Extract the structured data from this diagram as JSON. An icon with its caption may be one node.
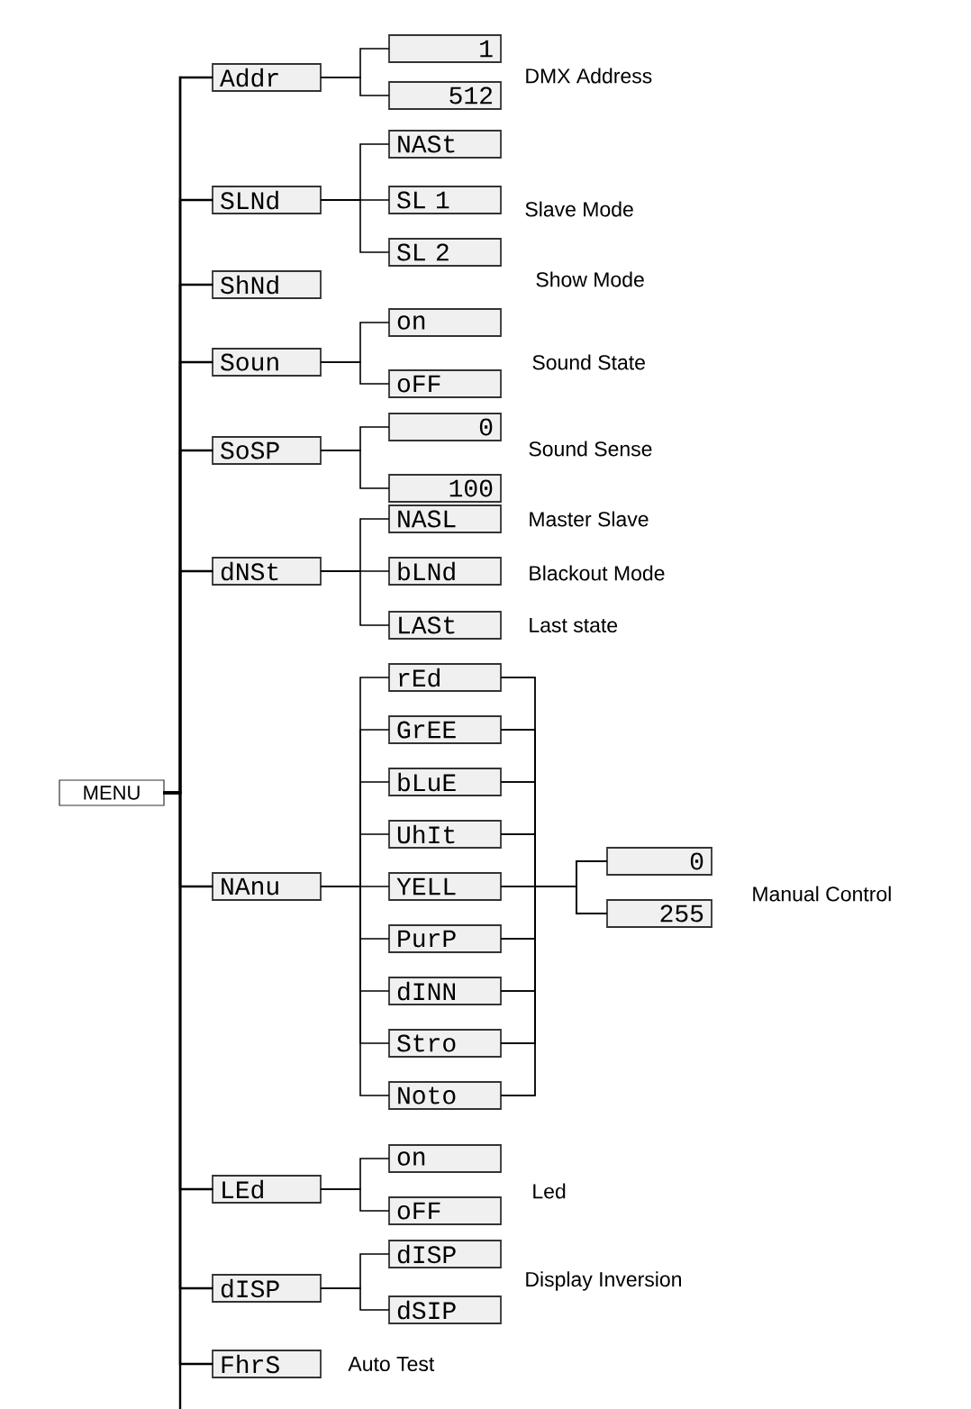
{
  "diagram": {
    "nodes": [
      {
        "text": [
          "MENU"
        ]
      },
      {
        "text": [
          "Addr"
        ]
      },
      {
        "text": [
          "1"
        ]
      },
      {
        "text": [
          "512"
        ]
      },
      {
        "text": [
          "SLNd"
        ]
      },
      {
        "text": [
          "NASt"
        ]
      },
      {
        "text": [
          "SL 1"
        ]
      },
      {
        "text": [
          "SL 2"
        ]
      },
      {
        "text": [
          "ShNd"
        ]
      },
      {
        "text": [
          "Soun"
        ]
      },
      {
        "text": [
          "on"
        ]
      },
      {
        "text": [
          "oFF"
        ]
      },
      {
        "text": [
          "SoSP"
        ]
      },
      {
        "text": [
          "0"
        ]
      },
      {
        "text": [
          "100"
        ]
      },
      {
        "text": [
          "dNSt"
        ]
      },
      {
        "text": [
          "NASL"
        ],
        "beside": [
          "Master Slave"
        ]
      },
      {
        "text": [
          "bLNd"
        ],
        "beside": [
          "Blackout Mode"
        ]
      },
      {
        "text": [
          "LASt"
        ],
        "beside": [
          "Last state"
        ]
      },
      {
        "text": [
          "NAnu"
        ]
      },
      {
        "text": [
          "rEd"
        ]
      },
      {
        "text": [
          "GrEE"
        ]
      },
      {
        "text": [
          "bLuE"
        ]
      },
      {
        "text": [
          "UhIt"
        ]
      },
      {
        "text": [
          "YELL"
        ]
      },
      {
        "text": [
          "PurP"
        ]
      },
      {
        "text": [
          "dINN"
        ]
      },
      {
        "text": [
          "Stro"
        ]
      },
      {
        "text": [
          "Noto"
        ]
      },
      {
        "text": [
          "0"
        ]
      },
      {
        "text": [
          "255"
        ]
      },
      {
        "text": [
          "LEd"
        ]
      },
      {
        "text": [
          "on"
        ]
      },
      {
        "text": [
          "oFF"
        ]
      },
      {
        "text": [
          "dISP"
        ]
      },
      {
        "text": [
          "dISP"
        ]
      },
      {
        "text": [
          "dSIP"
        ]
      },
      {
        "text": [
          "FhrS"
        ],
        "beside": [
          "Auto Test"
        ]
      }
    ],
    "edges": [
      {
        "from": 0,
        "to": 1,
        "arrow": "none"
      },
      {
        "from": 0,
        "to": 4,
        "arrow": "none"
      },
      {
        "from": 0,
        "to": 8,
        "arrow": "none"
      },
      {
        "from": 0,
        "to": 9,
        "arrow": "none"
      },
      {
        "from": 0,
        "to": 12,
        "arrow": "none"
      },
      {
        "from": 0,
        "to": 15,
        "arrow": "none"
      },
      {
        "from": 0,
        "to": 19,
        "arrow": "none"
      },
      {
        "from": 0,
        "to": 31,
        "arrow": "none"
      },
      {
        "from": 0,
        "to": 34,
        "arrow": "none"
      },
      {
        "from": 0,
        "to": 37,
        "arrow": "none"
      },
      {
        "from": 1,
        "to": 2,
        "arrow": "none"
      },
      {
        "from": 1,
        "to": 3,
        "arrow": "none"
      },
      {
        "from": 4,
        "to": 5,
        "arrow": "none"
      },
      {
        "from": 4,
        "to": 6,
        "arrow": "none"
      },
      {
        "from": 4,
        "to": 7,
        "arrow": "none"
      },
      {
        "from": 9,
        "to": 10,
        "arrow": "none"
      },
      {
        "from": 9,
        "to": 11,
        "arrow": "none"
      },
      {
        "from": 12,
        "to": 13,
        "arrow": "none"
      },
      {
        "from": 12,
        "to": 14,
        "arrow": "none"
      },
      {
        "from": 15,
        "to": 16,
        "arrow": "none"
      },
      {
        "from": 15,
        "to": 17,
        "arrow": "none"
      },
      {
        "from": 15,
        "to": 18,
        "arrow": "none"
      },
      {
        "from": 19,
        "to": 20,
        "arrow": "none"
      },
      {
        "from": 19,
        "to": 21,
        "arrow": "none"
      },
      {
        "from": 19,
        "to": 22,
        "arrow": "none"
      },
      {
        "from": 19,
        "to": 23,
        "arrow": "none"
      },
      {
        "from": 19,
        "to": 24,
        "arrow": "none"
      },
      {
        "from": 19,
        "to": 25,
        "arrow": "none"
      },
      {
        "from": 19,
        "to": 26,
        "arrow": "none"
      },
      {
        "from": 19,
        "to": 27,
        "arrow": "none"
      },
      {
        "from": 19,
        "to": 28,
        "arrow": "none"
      },
      {
        "from": 20,
        "to": 29,
        "arrow": "none"
      },
      {
        "from": 20,
        "to": 30,
        "arrow": "none"
      },
      {
        "from": 21,
        "to": 29,
        "arrow": "none"
      },
      {
        "from": 21,
        "to": 30,
        "arrow": "none"
      },
      {
        "from": 22,
        "to": 29,
        "arrow": "none"
      },
      {
        "from": 22,
        "to": 30,
        "arrow": "none"
      },
      {
        "from": 23,
        "to": 29,
        "arrow": "none"
      },
      {
        "from": 23,
        "to": 30,
        "arrow": "none"
      },
      {
        "from": 24,
        "to": 29,
        "arrow": "none"
      },
      {
        "from": 24,
        "to": 30,
        "arrow": "none"
      },
      {
        "from": 25,
        "to": 29,
        "arrow": "none"
      },
      {
        "from": 25,
        "to": 30,
        "arrow": "none"
      },
      {
        "from": 26,
        "to": 29,
        "arrow": "none"
      },
      {
        "from": 26,
        "to": 30,
        "arrow": "none"
      },
      {
        "from": 27,
        "to": 29,
        "arrow": "none"
      },
      {
        "from": 27,
        "to": 30,
        "arrow": "none"
      },
      {
        "from": 28,
        "to": 29,
        "arrow": "none"
      },
      {
        "from": 28,
        "to": 30,
        "arrow": "none"
      },
      {
        "from": 31,
        "to": 32,
        "arrow": "none"
      },
      {
        "from": 31,
        "to": 33,
        "arrow": "none"
      },
      {
        "from": 34,
        "to": 35,
        "arrow": "none"
      },
      {
        "from": 34,
        "to": 36,
        "arrow": "none"
      }
    ],
    "labels": [
      "DMX Address",
      "Slave Mode",
      "Show Mode",
      "Sound State",
      "Sound Sense",
      "Manual Control",
      "Led",
      "Display Inversion"
    ]
  }
}
